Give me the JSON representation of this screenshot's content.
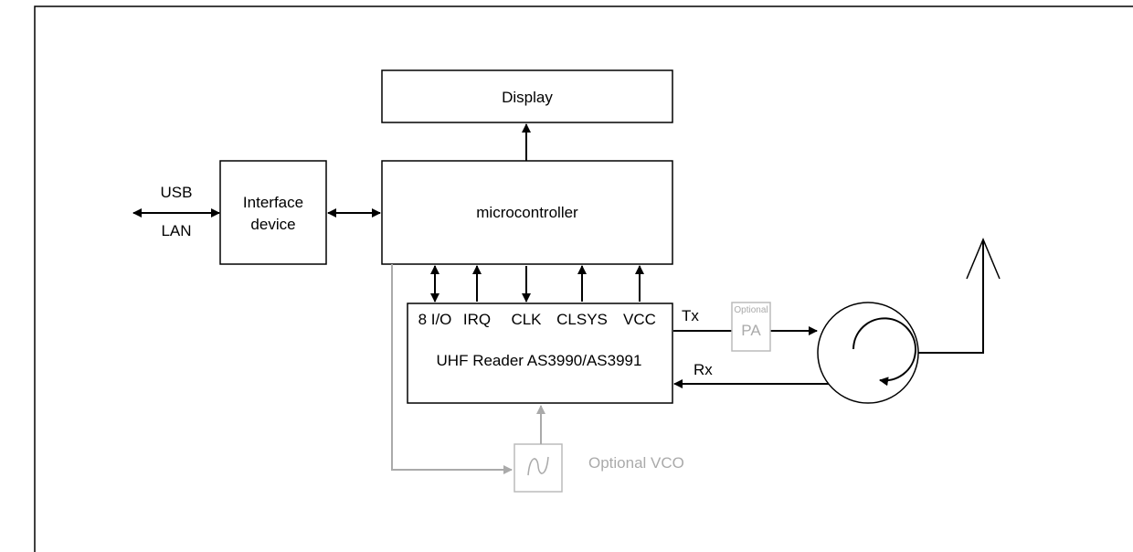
{
  "blocks": {
    "display": "Display",
    "interface_line1": "Interface",
    "interface_line2": "device",
    "microcontroller": "microcontroller",
    "uhf_reader": "UHF Reader AS3990/AS3991",
    "pa_optional": "Optional",
    "pa": "PA",
    "vco": "Optional VCO"
  },
  "external": {
    "usb": "USB",
    "lan": "LAN"
  },
  "pins": {
    "io": "8 I/O",
    "irq": "IRQ",
    "clk": "CLK",
    "clsys": "CLSYS",
    "vcc": "VCC"
  },
  "signals": {
    "tx": "Tx",
    "rx": "Rx"
  },
  "colors": {
    "main": "#000000",
    "optional": "#aaaaaa"
  }
}
